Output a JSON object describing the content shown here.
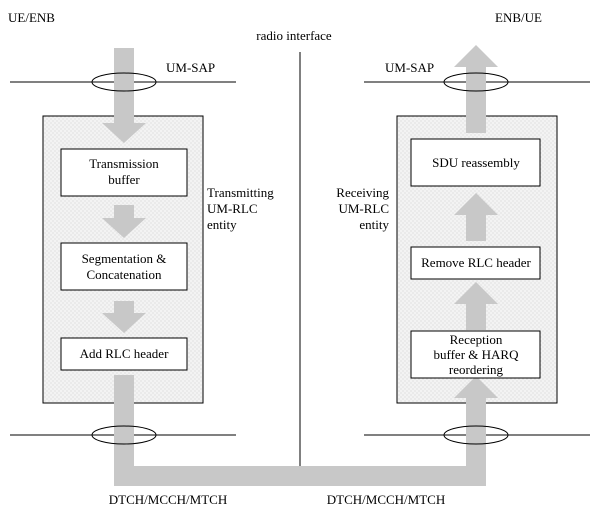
{
  "labels": {
    "left_top": "UE/ENB",
    "right_top": "ENB/UE",
    "center_top": "radio interface",
    "left_sap": "UM-SAP",
    "right_sap": "UM-SAP",
    "left_entity": [
      "Transmitting",
      "UM-RLC",
      "entity"
    ],
    "right_entity": [
      "Receiving",
      "UM-RLC",
      "entity"
    ],
    "bottom_left": "DTCH/MCCH/MTCH",
    "bottom_right": "DTCH/MCCH/MTCH"
  },
  "tx_boxes": [
    [
      "Transmission",
      "buffer"
    ],
    [
      "Segmentation &",
      "Concatenation"
    ],
    [
      "Add RLC header"
    ]
  ],
  "rx_boxes": [
    [
      "SDU reassembly"
    ],
    [
      "Remove RLC header"
    ],
    [
      "Reception",
      "buffer & HARQ",
      "reordering"
    ]
  ],
  "colors": {
    "arrow": "#c8c8c8",
    "entity_fill": "#f1f1f1",
    "line": "#000000"
  }
}
